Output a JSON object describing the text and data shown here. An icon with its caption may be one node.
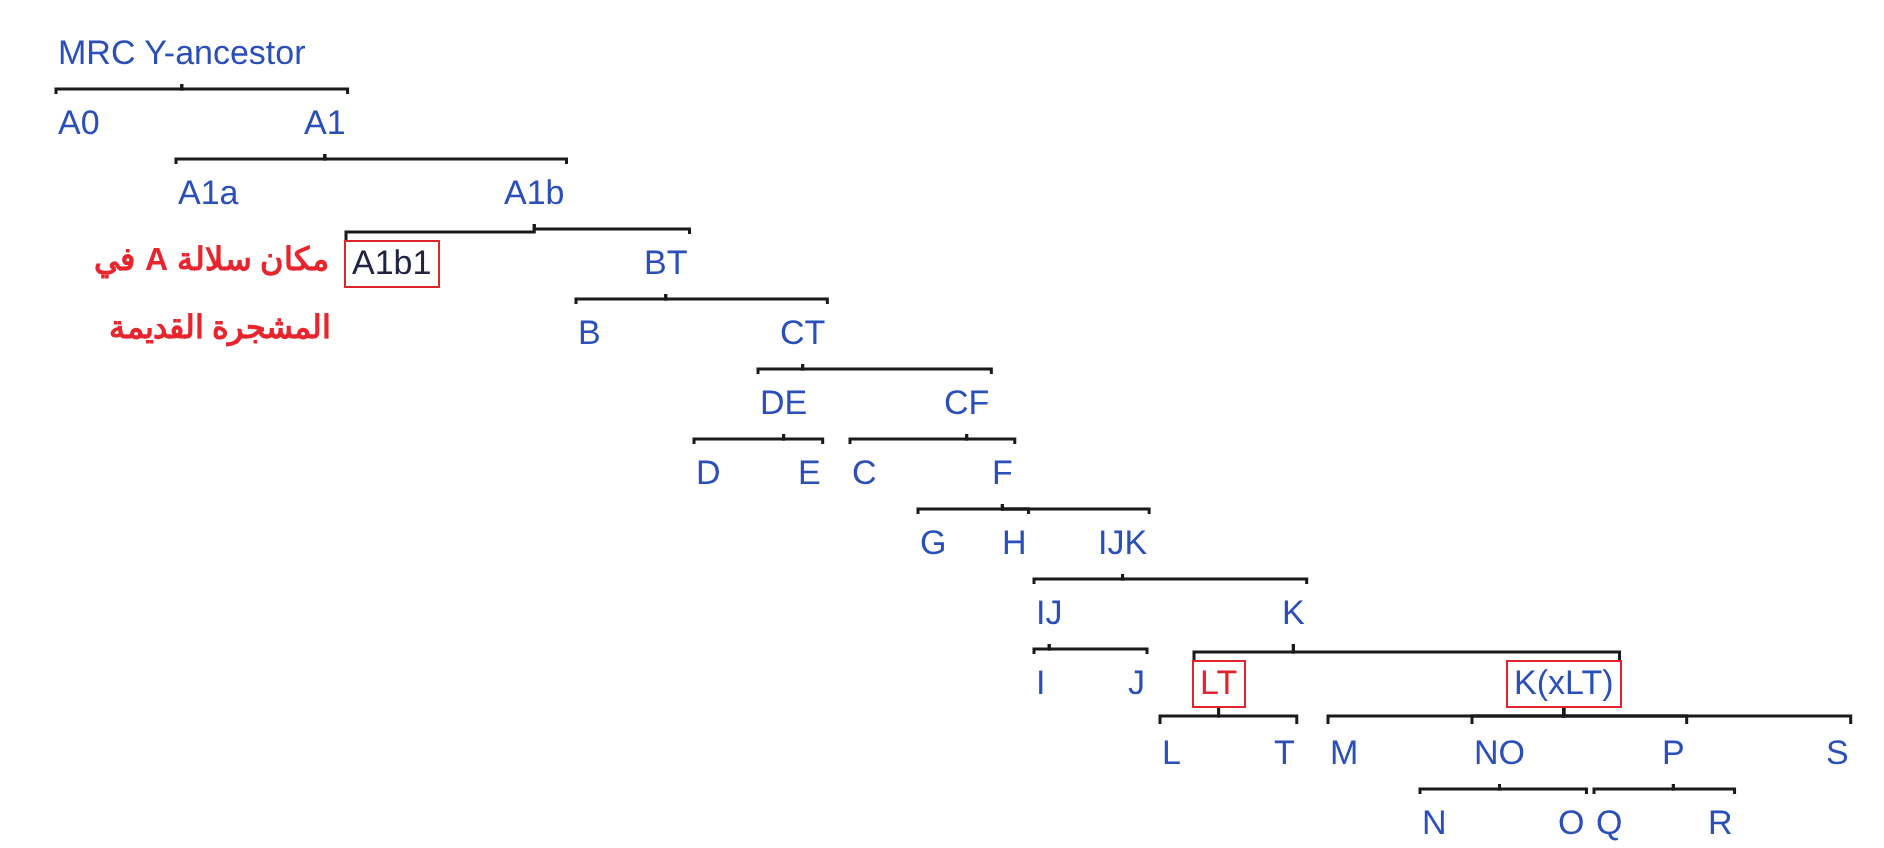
{
  "diagram": {
    "nodes": [
      {
        "text": [
          "MRC Y-ancestor"
        ]
      },
      {
        "text": [
          "A0"
        ]
      },
      {
        "text": [
          "A1"
        ]
      },
      {
        "text": [
          "A1a"
        ]
      },
      {
        "text": [
          "A1b"
        ]
      },
      {
        "text": [
          "A1b1"
        ],
        "beside": [
          "مكان سلالة A في المشجرة القديمة"
        ]
      },
      {
        "text": [
          "BT"
        ]
      },
      {
        "text": [
          "B"
        ]
      },
      {
        "text": [
          "CT"
        ]
      },
      {
        "text": [
          "DE"
        ]
      },
      {
        "text": [
          "CF"
        ]
      },
      {
        "text": [
          "D"
        ]
      },
      {
        "text": [
          "E"
        ]
      },
      {
        "text": [
          "C"
        ]
      },
      {
        "text": [
          "F"
        ]
      },
      {
        "text": [
          "G"
        ]
      },
      {
        "text": [
          "H"
        ]
      },
      {
        "text": [
          "IJK"
        ]
      },
      {
        "text": [
          "IJ"
        ]
      },
      {
        "text": [
          "K"
        ]
      },
      {
        "text": [
          "I"
        ]
      },
      {
        "text": [
          "J"
        ]
      },
      {
        "text": [
          "LT"
        ]
      },
      {
        "text": [
          "K(xLT)"
        ]
      },
      {
        "text": [
          "L"
        ]
      },
      {
        "text": [
          "T"
        ]
      },
      {
        "text": [
          "M"
        ]
      },
      {
        "text": [
          "NO"
        ]
      },
      {
        "text": [
          "P"
        ]
      },
      {
        "text": [
          "S"
        ]
      },
      {
        "text": [
          "N"
        ]
      },
      {
        "text": [
          "O"
        ]
      },
      {
        "text": [
          "Q"
        ]
      },
      {
        "text": [
          "R"
        ]
      }
    ],
    "edges": [
      {
        "from": 0,
        "to": 1,
        "arrow": "none"
      },
      {
        "from": 0,
        "to": 2,
        "arrow": "none"
      },
      {
        "from": 2,
        "to": 3,
        "arrow": "none"
      },
      {
        "from": 2,
        "to": 4,
        "arrow": "none"
      },
      {
        "from": 4,
        "to": 5,
        "arrow": "none"
      },
      {
        "from": 4,
        "to": 6,
        "arrow": "none"
      },
      {
        "from": 6,
        "to": 7,
        "arrow": "none"
      },
      {
        "from": 6,
        "to": 8,
        "arrow": "none"
      },
      {
        "from": 8,
        "to": 9,
        "arrow": "none"
      },
      {
        "from": 8,
        "to": 10,
        "arrow": "none"
      },
      {
        "from": 9,
        "to": 11,
        "arrow": "none"
      },
      {
        "from": 9,
        "to": 12,
        "arrow": "none"
      },
      {
        "from": 10,
        "to": 13,
        "arrow": "none"
      },
      {
        "from": 10,
        "to": 14,
        "arrow": "none"
      },
      {
        "from": 14,
        "to": 15,
        "arrow": "none"
      },
      {
        "from": 14,
        "to": 16,
        "arrow": "none"
      },
      {
        "from": 14,
        "to": 17,
        "arrow": "none"
      },
      {
        "from": 17,
        "to": 18,
        "arrow": "none"
      },
      {
        "from": 17,
        "to": 19,
        "arrow": "none"
      },
      {
        "from": 18,
        "to": 20,
        "arrow": "none"
      },
      {
        "from": 18,
        "to": 21,
        "arrow": "none"
      },
      {
        "from": 19,
        "to": 22,
        "arrow": "none"
      },
      {
        "from": 19,
        "to": 23,
        "arrow": "none"
      },
      {
        "from": 22,
        "to": 24,
        "arrow": "none"
      },
      {
        "from": 22,
        "to": 25,
        "arrow": "none"
      },
      {
        "from": 23,
        "to": 26,
        "arrow": "none"
      },
      {
        "from": 23,
        "to": 27,
        "arrow": "none"
      },
      {
        "from": 23,
        "to": 28,
        "arrow": "none"
      },
      {
        "from": 23,
        "to": 29,
        "arrow": "none"
      },
      {
        "from": 27,
        "to": 30,
        "arrow": "none"
      },
      {
        "from": 27,
        "to": 31,
        "arrow": "none"
      },
      {
        "from": 28,
        "to": 32,
        "arrow": "none"
      },
      {
        "from": 28,
        "to": 33,
        "arrow": "none"
      }
    ]
  }
}
